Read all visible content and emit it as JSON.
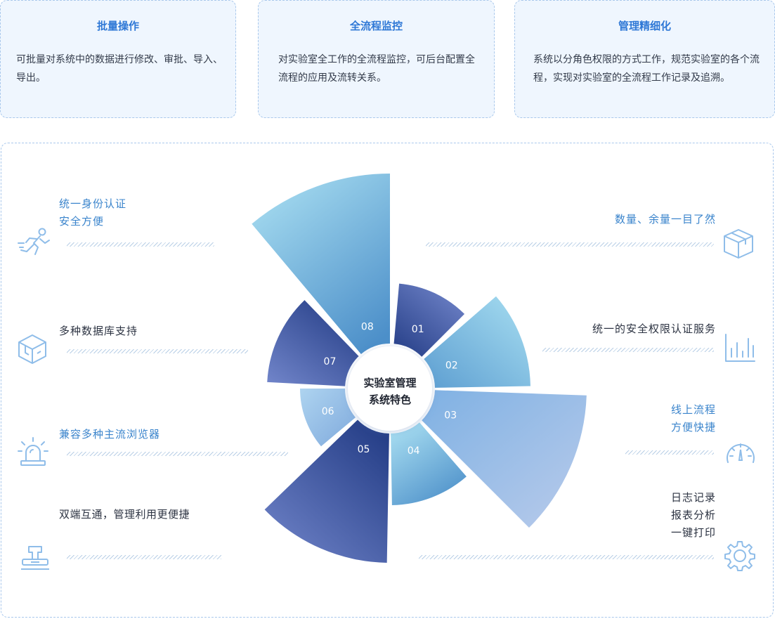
{
  "cards": [
    {
      "title": "批量操作",
      "body": "可批量对系统中的数据进行修改、审批、导入、导出。"
    },
    {
      "title": "全流程监控",
      "body": "对实验室全工作的全流程监控，可后台配置全流程的应用及流转关系。"
    },
    {
      "title": "管理精细化",
      "body": "系统以分角色权限的方式工作，规范实验室的各个流程，实现对实验室的全流程工作记录及追溯。"
    }
  ],
  "center": {
    "line1": "实验室管理",
    "line2": "系统特色"
  },
  "petals": [
    {
      "label": "01"
    },
    {
      "label": "02"
    },
    {
      "label": "03"
    },
    {
      "label": "04"
    },
    {
      "label": "05"
    },
    {
      "label": "06"
    },
    {
      "label": "07"
    },
    {
      "label": "08"
    }
  ],
  "left_features": [
    {
      "lines": [
        "统一身份认证",
        "安全方便"
      ],
      "icon": "running-person-icon"
    },
    {
      "lines": [
        "多种数据库支持"
      ],
      "icon": "cube-icon"
    },
    {
      "lines": [
        "兼容多种主流浏览器"
      ],
      "icon": "alarm-light-icon"
    },
    {
      "lines": [
        "双端互通，管理利用更便捷"
      ],
      "icon": "stamp-icon"
    }
  ],
  "right_features": [
    {
      "lines": [
        "数量、余量一目了然"
      ],
      "icon": "box-icon"
    },
    {
      "lines": [
        "统一的安全权限认证服务"
      ],
      "icon": "bar-chart-icon"
    },
    {
      "lines": [
        "线上流程",
        "方便快捷"
      ],
      "icon": "gauge-icon"
    },
    {
      "lines": [
        "日志记录",
        "报表分析",
        "一键打印"
      ],
      "icon": "gear-icon"
    }
  ],
  "colors": {
    "accent": "#2f78d6",
    "card_bg": "#eff6fe",
    "icon": "#8fbde9",
    "petal_dark_start": "#6f83c8",
    "petal_dark_end": "#233c85",
    "petal_light_start": "#a6dcf0",
    "petal_light_end": "#4c8fc9"
  }
}
